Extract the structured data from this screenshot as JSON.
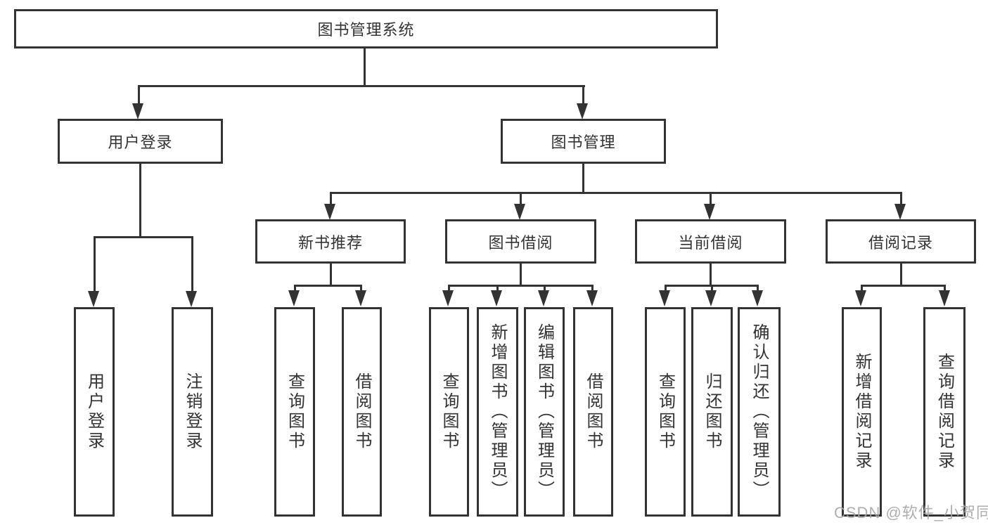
{
  "diagram": {
    "title": "图书管理系统",
    "type": "hierarchy-tree"
  },
  "nodes": {
    "root": {
      "label": "图书管理系统"
    },
    "user_login": {
      "label": "用户登录",
      "children": [
        {
          "label": "用户登录"
        },
        {
          "label": "注销登录"
        }
      ]
    },
    "book_mgmt": {
      "label": "图书管理",
      "children": [
        {
          "label": "新书推荐",
          "children": [
            {
              "label": "查询图书"
            },
            {
              "label": "借阅图书"
            }
          ]
        },
        {
          "label": "图书借阅",
          "children": [
            {
              "label": "查询图书"
            },
            {
              "label": "新增图书（管理员）"
            },
            {
              "label": "编辑图书（管理员）"
            },
            {
              "label": "借阅图书"
            }
          ]
        },
        {
          "label": "当前借阅",
          "children": [
            {
              "label": "查询图书"
            },
            {
              "label": "归还图书"
            },
            {
              "label": "确认归还（管理员）"
            }
          ]
        },
        {
          "label": "借阅记录",
          "children": [
            {
              "label": "新增借阅记录"
            },
            {
              "label": "查询借阅记录"
            }
          ]
        }
      ]
    }
  },
  "watermark": {
    "text": "CSDN @软件_小贺同学"
  },
  "colors": {
    "line": "#333333",
    "text": "#333333",
    "background": "#ffffff",
    "watermark": "#a5a5a5"
  }
}
